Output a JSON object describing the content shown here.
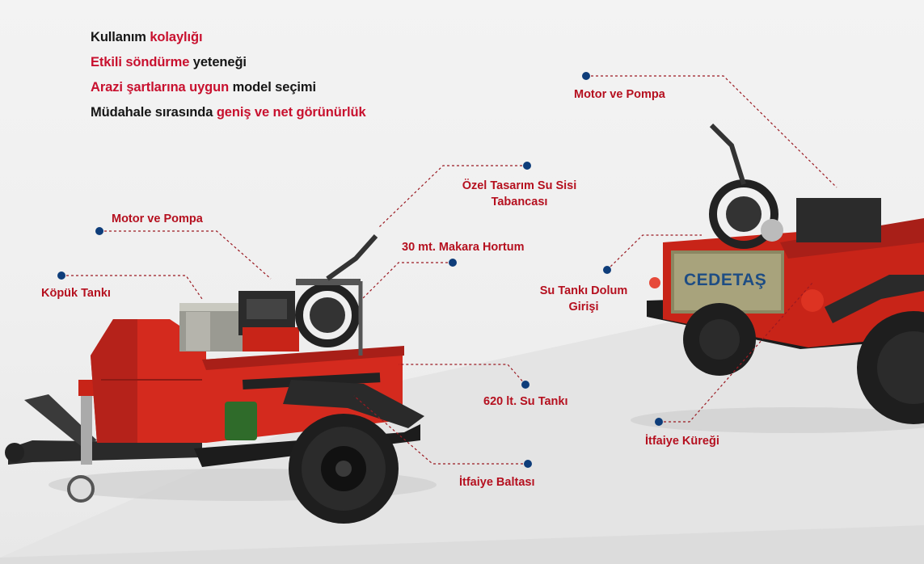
{
  "features": [
    {
      "parts": [
        {
          "text": "Kullanım ",
          "accent": false
        },
        {
          "text": "kolaylığı",
          "accent": true
        }
      ]
    },
    {
      "parts": [
        {
          "text": "Etkili söndürme",
          "accent": true
        },
        {
          "text": " yeteneği",
          "accent": false
        }
      ]
    },
    {
      "parts": [
        {
          "text": "Arazi şartlarına uygun",
          "accent": true
        },
        {
          "text": " model seçimi",
          "accent": false
        }
      ]
    },
    {
      "parts": [
        {
          "text": "Müdahale sırasında ",
          "accent": false
        },
        {
          "text": "geniş ve net görünürlük",
          "accent": true
        }
      ]
    }
  ],
  "callouts": {
    "motor_left": "Motor ve Pompa",
    "kopuk": "Köpük Tankı",
    "tabanca": "Özel Tasarım Su Sisi Tabancası",
    "makara": "30 mt. Makara Hortum",
    "su_tanki": "620 lt. Su Tankı",
    "balta": "İtfaiye Baltası",
    "motor_right": "Motor ve Pompa",
    "dolum": "Su Tankı Dolum Girişi",
    "kurek": "İtfaiye Küreği"
  },
  "brand_plate": "CEDETAŞ",
  "colors": {
    "accent": "#c8102e",
    "callout": "#b5101f",
    "dot": "#0e3d7a",
    "trailer": "#d42a1e"
  }
}
